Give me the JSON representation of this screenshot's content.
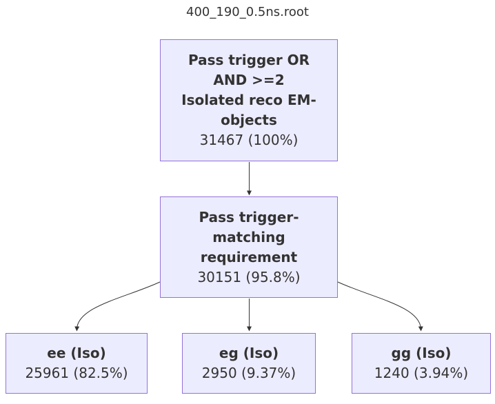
{
  "title": "400_190_0.5ns.root",
  "flowchart": {
    "nodes": [
      {
        "id": "root",
        "lines": [
          "Pass trigger OR",
          "AND >=2",
          "Isolated reco EM-",
          "objects"
        ],
        "count": "31467 (100%)"
      },
      {
        "id": "trigger-matching",
        "lines": [
          "Pass trigger-",
          "matching",
          "requirement"
        ],
        "count": "30151 (95.8%)"
      },
      {
        "id": "ee-iso",
        "lines": [
          "ee (Iso)"
        ],
        "count": "25961 (82.5%)"
      },
      {
        "id": "eg-iso",
        "lines": [
          "eg (Iso)"
        ],
        "count": "2950 (9.37%)"
      },
      {
        "id": "gg-iso",
        "lines": [
          "gg (Iso)"
        ],
        "count": "1240 (3.94%)"
      }
    ],
    "edges": [
      {
        "from": "root",
        "to": "trigger-matching"
      },
      {
        "from": "trigger-matching",
        "to": "ee-iso"
      },
      {
        "from": "trigger-matching",
        "to": "eg-iso"
      },
      {
        "from": "trigger-matching",
        "to": "gg-iso"
      }
    ],
    "counts": {
      "root": 31467,
      "trigger_matching": 30151,
      "ee_iso": 25961,
      "eg_iso": 2950,
      "gg_iso": 1240
    },
    "percentages": {
      "root": "100%",
      "trigger_matching": "95.8%",
      "ee_iso": "82.5%",
      "eg_iso": "9.37%",
      "gg_iso": "3.94%"
    }
  },
  "colors": {
    "node_fill": "#ECECFF",
    "node_border": "#9370DB",
    "text": "#333333",
    "arrow": "#333333",
    "background": "#FFFFFF"
  }
}
